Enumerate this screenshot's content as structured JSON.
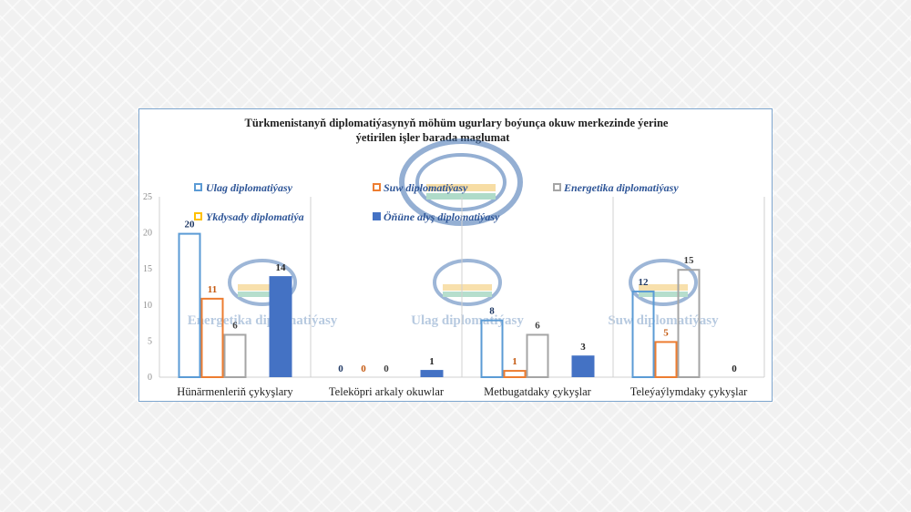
{
  "chart_data": {
    "type": "bar",
    "title": "Türkmenistanyň diplomatiýasynyň möhüm ugurlary boýunça okuw merkezinde ýerine ýetirilen işler barada maglumat",
    "title_lines": [
      "Türkmenistanyň diplomatiýasynyň möhüm ugurlary boýunça okuw merkezinde ýerine",
      "ýetirilen işler barada maglumat"
    ],
    "categories": [
      "Hünärmenleriň çykyşlary",
      "Teleköpri arkaly okuwlar",
      "Metbugatdaky çykyşlar",
      "Teleýaýlymdaky çykyşlar"
    ],
    "series": [
      {
        "name": "Ulag diplomatiýasy",
        "values": [
          20,
          0,
          8,
          12
        ],
        "color": "#5b9bd5",
        "style": "outline"
      },
      {
        "name": "Suw diplomatiýasy",
        "values": [
          11,
          0,
          1,
          5
        ],
        "color": "#ed7d31",
        "style": "outline"
      },
      {
        "name": "Energetika diplomatiýasy",
        "values": [
          6,
          0,
          6,
          15
        ],
        "color": "#a5a5a5",
        "style": "outline"
      },
      {
        "name": "Ykdysady diplomatiýa",
        "values": [
          null,
          null,
          null,
          null
        ],
        "color": "#ffc000",
        "style": "outline"
      },
      {
        "name": "Öňüne alyş diplomatiýasy",
        "values": [
          14,
          1,
          3,
          0
        ],
        "color": "#4472c4",
        "style": "filled"
      }
    ],
    "data_labels": [
      [
        "20",
        "0",
        "8",
        "12"
      ],
      [
        "11",
        "0",
        "1",
        "5"
      ],
      [
        "6",
        "0",
        "6",
        "15"
      ],
      [
        "",
        "",
        "",
        ""
      ],
      [
        "14",
        "1",
        "3",
        "0"
      ]
    ],
    "label_colors": [
      "#1f3864",
      "#c55a11",
      "#404040",
      "#c09000",
      "#262626"
    ],
    "ylim": [
      0,
      25
    ],
    "yticks": [
      0,
      5,
      10,
      15,
      20,
      25
    ],
    "grid": false,
    "legend_position": "top",
    "watermark_texts": [
      "Energetika diplomatiýasy",
      "Ulag diplomatiýasy",
      "Suw diplomatiýasy"
    ]
  }
}
